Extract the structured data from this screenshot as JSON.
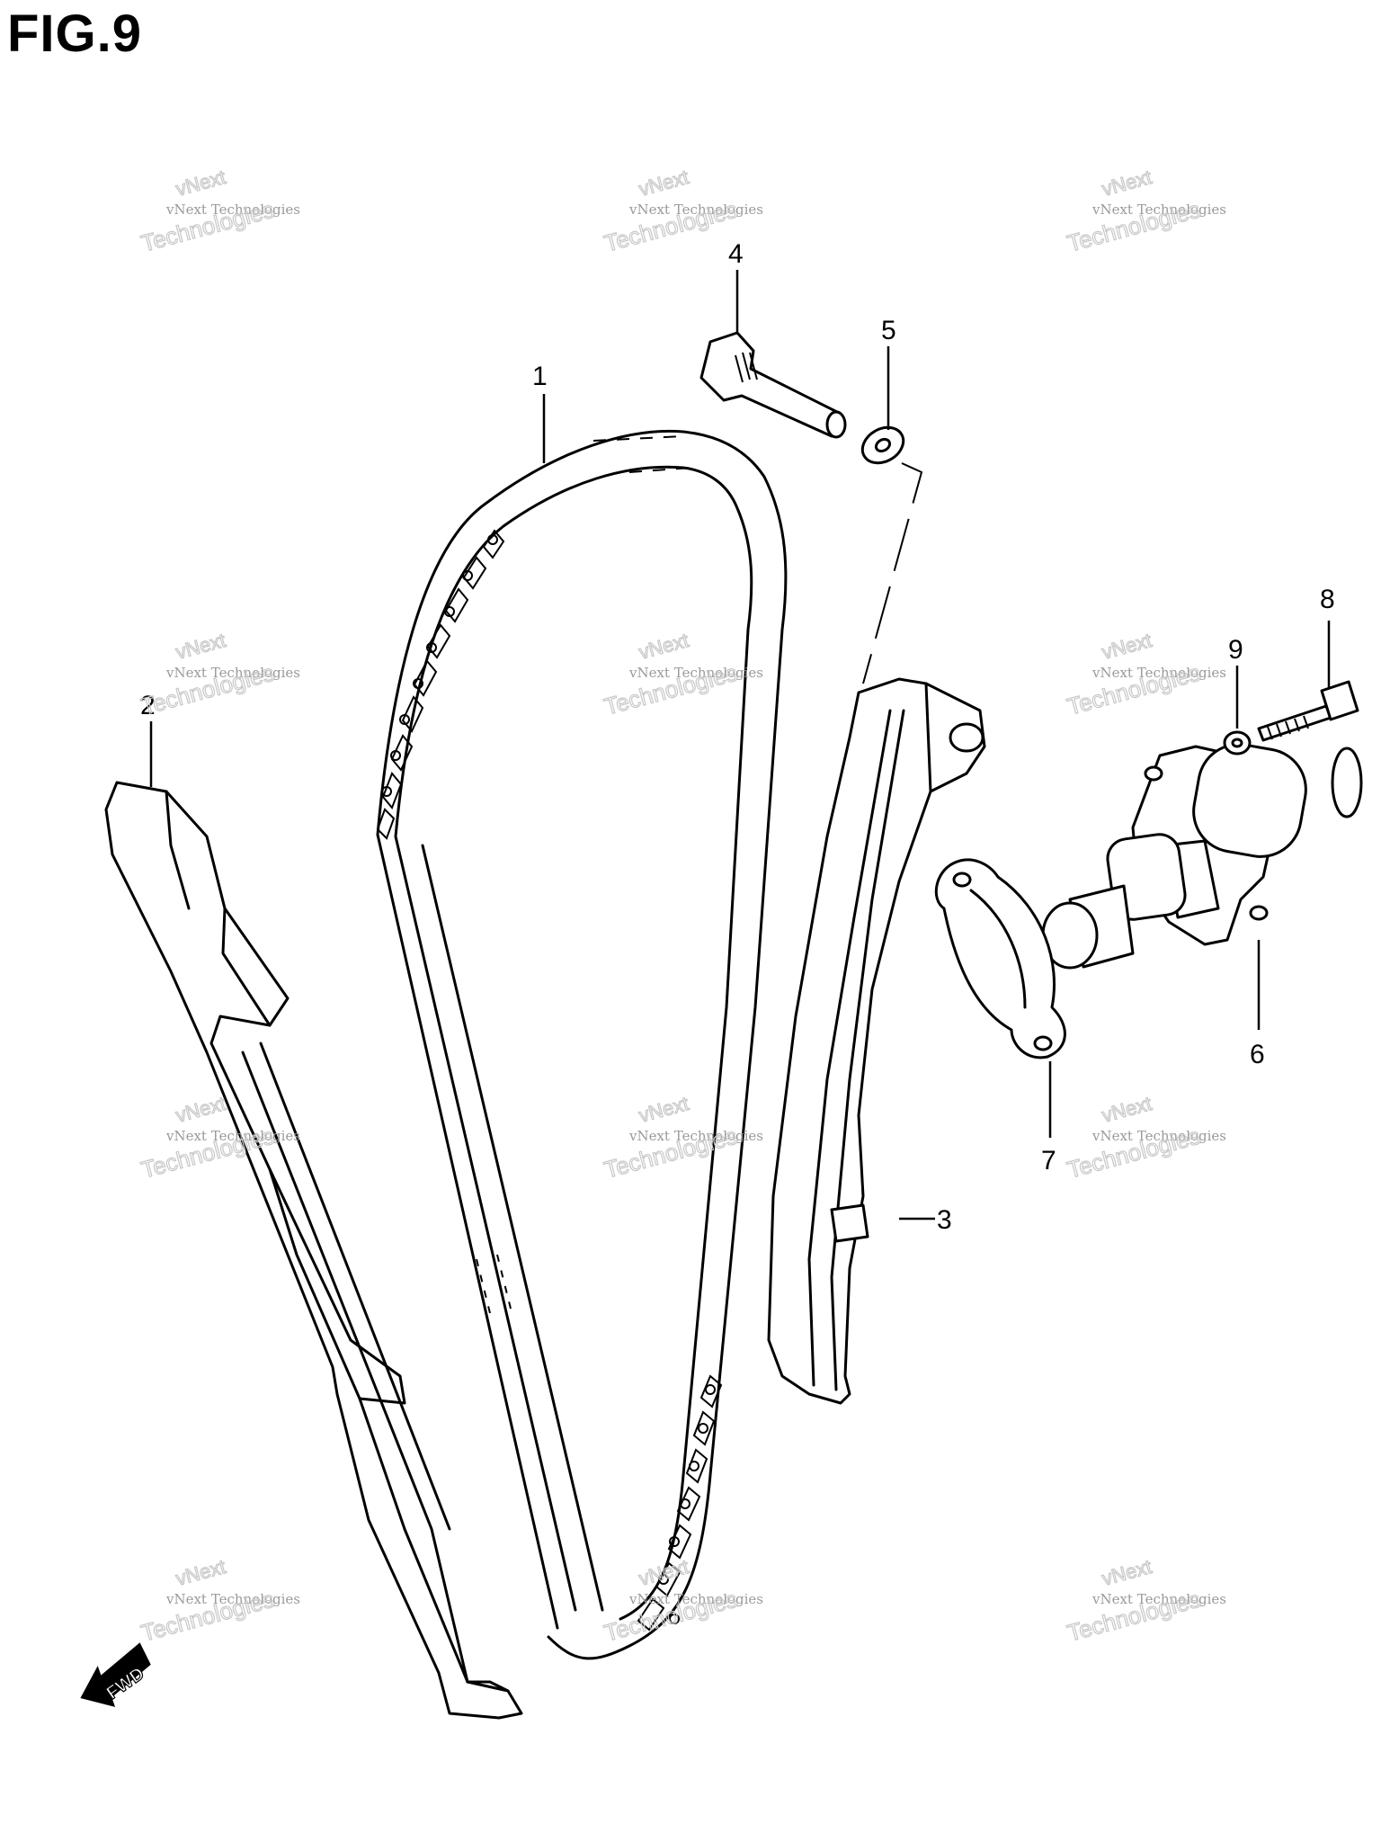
{
  "figure": {
    "title": "FIG.9"
  },
  "watermark": {
    "line1": "vNext Technologies",
    "line2": "Technologies",
    "line3": "vNext"
  },
  "fwd_label": "FWD",
  "callouts": {
    "c1": "1",
    "c2": "2",
    "c3": "3",
    "c4": "4",
    "c5": "5",
    "c6": "6",
    "c7": "7",
    "c8": "8",
    "c9": "9"
  }
}
